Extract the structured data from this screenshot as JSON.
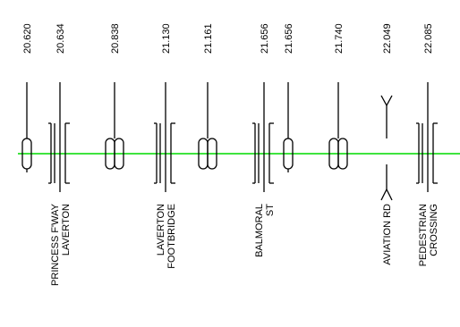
{
  "colors": {
    "track": "#22e022",
    "ink": "#000000",
    "background": "#ffffff"
  },
  "features": [
    {
      "km": "20.620",
      "symbol": "signal-single",
      "label": []
    },
    {
      "km": "20.634",
      "symbol": "bridge",
      "label": [
        "PRINCESS F'WAY",
        "LAVERTON"
      ]
    },
    {
      "km": "20.838",
      "symbol": "signal-double",
      "label": []
    },
    {
      "km": "21.130",
      "symbol": "bridge",
      "label": [
        "LAVERTON",
        "FOOTBRIDGE"
      ]
    },
    {
      "km": "21.161",
      "symbol": "signal-double",
      "label": []
    },
    {
      "km": "21.656",
      "symbol": "bridge",
      "label": [
        "BALMORAL",
        "ST"
      ]
    },
    {
      "km": "21.656",
      "symbol": "signal-single",
      "label": []
    },
    {
      "km": "21.740",
      "symbol": "signal-double",
      "label": []
    },
    {
      "km": "22.049",
      "symbol": "level-crossing",
      "label": [
        "AVIATION RD"
      ]
    },
    {
      "km": "22.085",
      "symbol": "bridge",
      "label": [
        "PEDESTRIAN",
        "CROSSING"
      ]
    }
  ]
}
